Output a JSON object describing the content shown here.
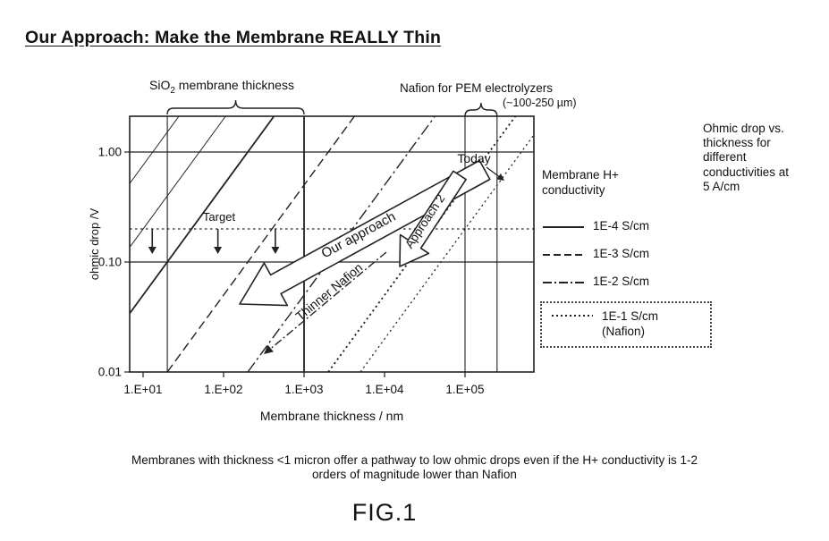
{
  "page": {
    "title": "Our Approach: Make the Membrane REALLY Thin",
    "figure_label": "FIG.1",
    "caption_lines": [
      "Membranes with thickness <1 micron offer a pathway to low ohmic drops even if the H+ conductivity is 1-2",
      "orders of magnitude lower than Nafion"
    ]
  },
  "annotations": {
    "sio2_pre": "SiO",
    "sio2_sub": "2",
    "sio2_post": " membrane thickness",
    "nafion_label": "Nafion for PEM electrolyzers",
    "nafion_sub": "(~100-250 µm)",
    "note_lines": [
      "Ohmic drop vs.",
      "thickness for",
      "different",
      "conductivities at",
      "5 A/cm"
    ],
    "today": "Today",
    "target": "Target",
    "our_approach": "Our approach",
    "approach_2": "Approach 2",
    "thinner_nafion": "Thinner Nafion"
  },
  "legend": {
    "title_lines": [
      "Membrane H+",
      "conductivity"
    ],
    "items": [
      {
        "label": "1E-4 S/cm",
        "style": "solid"
      },
      {
        "label": "1E-3 S/cm",
        "style": "dashed"
      },
      {
        "label": "1E-2 S/cm",
        "style": "dashdot"
      },
      {
        "label": "1E-1 S/cm",
        "sub": "(Nafion)",
        "style": "dotted",
        "boxed": true
      }
    ]
  },
  "chart_data": {
    "type": "line",
    "title": "",
    "xlabel": "Membrane thickness / nm",
    "ylabel": "ohmic drop /V",
    "x_scale": "log",
    "y_scale": "log",
    "x_tick_labels": [
      "1.E+01",
      "1.E+02",
      "1.E+03",
      "1.E+04",
      "1.E+05"
    ],
    "x_tick_values_nm": [
      10,
      100,
      1000,
      10000,
      100000
    ],
    "y_tick_labels": [
      "1.00",
      "0.10",
      "0.01"
    ],
    "y_tick_values_V": [
      1.0,
      0.1,
      0.01
    ],
    "xlim_nm": [
      7,
      720000
    ],
    "ylim_V": [
      0.01,
      2.1
    ],
    "current_density_A_per_cm2": 5,
    "relation": "ohmic_drop_V = current_density * thickness_nm * 1e-7 / conductivity",
    "series": [
      {
        "name": "1E-4 S/cm",
        "conductivity_S_per_cm": 0.0001,
        "style": "solid"
      },
      {
        "name": "1E-3 S/cm",
        "conductivity_S_per_cm": 0.001,
        "style": "dashed"
      },
      {
        "name": "1E-2 S/cm",
        "conductivity_S_per_cm": 0.01,
        "style": "dashdot"
      },
      {
        "name": "1E-1 S/cm (Nafion)",
        "conductivity_S_per_cm": 0.1,
        "style": "dotted"
      }
    ],
    "reference_lines": {
      "horizontal_V": [
        1.0,
        0.1
      ],
      "horizontal_dotted_V": 0.2,
      "vertical_nm": [
        20,
        1000,
        100000,
        250000
      ]
    },
    "regions": {
      "sio2_membrane_thickness_nm": [
        20,
        1000
      ],
      "nafion_thickness_nm": [
        100000,
        250000
      ]
    },
    "today_point": {
      "thickness_nm": 150000,
      "ohmic_drop_V": 0.7
    },
    "target_arrows_nm": [
      13,
      85,
      440
    ],
    "target_level_V": 0.2
  }
}
